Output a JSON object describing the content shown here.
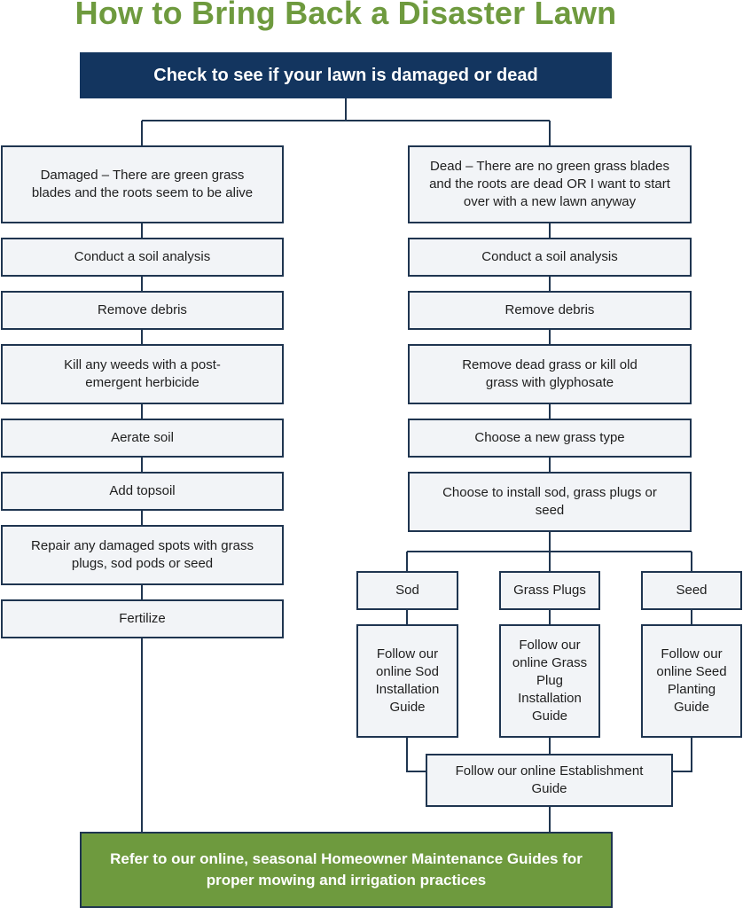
{
  "title": "How to Bring Back a Disaster Lawn",
  "start": "Check to see if your lawn is damaged or dead",
  "left_branch": {
    "condition": "Damaged – There are green grass blades and the roots seem to be alive",
    "steps": [
      "Conduct a soil analysis",
      "Remove debris",
      "Kill any weeds with a post-emergent herbicide",
      "Aerate soil",
      "Add topsoil",
      "Repair any damaged spots with grass plugs, sod pods or seed",
      "Fertilize"
    ]
  },
  "right_branch": {
    "condition": "Dead – There are no green grass blades and the roots are dead OR I want to start over with a new lawn anyway",
    "steps": [
      "Conduct a soil analysis",
      "Remove debris",
      "Remove dead grass or kill old grass with glyphosate",
      "Choose a new grass type",
      "Choose to install sod, grass plugs or seed"
    ],
    "options": [
      {
        "label": "Sod",
        "guide": "Follow our online Sod Installation Guide"
      },
      {
        "label": "Grass Plugs",
        "guide": "Follow our online Grass Plug Installation Guide"
      },
      {
        "label": "Seed",
        "guide": "Follow our online Seed Planting Guide"
      }
    ],
    "establishment": "Follow our online Establishment Guide"
  },
  "final": "Refer to our online, seasonal Homeowner Maintenance Guides for proper mowing and irrigation practices",
  "colors": {
    "title_green": "#6e9a3e",
    "navy": "#13355f",
    "box_fill": "#f2f4f7",
    "line": "#1f3550"
  }
}
